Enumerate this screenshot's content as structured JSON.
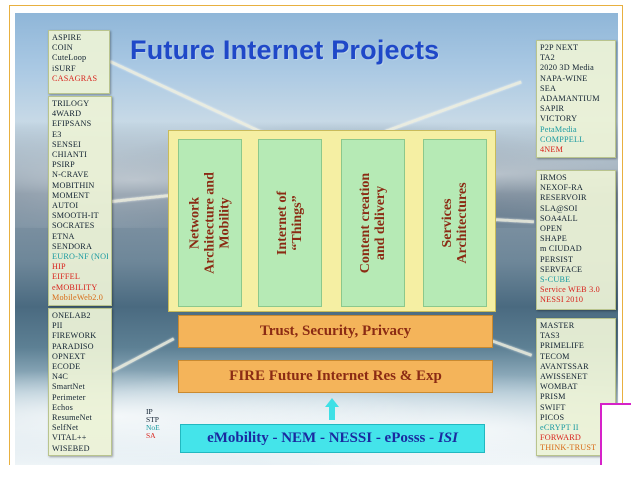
{
  "slide": {
    "title": "Future Internet Projects"
  },
  "left_boxes": [
    {
      "items": [
        {
          "text": "ASPIRE",
          "color": "dark"
        },
        {
          "text": "COIN",
          "color": "dark"
        },
        {
          "text": "CuteLoop",
          "color": "dark"
        },
        {
          "text": "iSURF",
          "color": "dark"
        },
        {
          "text": "CASAGRAS",
          "color": "red"
        }
      ]
    },
    {
      "items": [
        {
          "text": "TRILOGY",
          "color": "dark"
        },
        {
          "text": "4WARD",
          "color": "dark"
        },
        {
          "text": "EFIPSANS",
          "color": "dark"
        },
        {
          "text": "E3",
          "color": "dark"
        },
        {
          "text": "SENSEI",
          "color": "dark"
        },
        {
          "text": "CHIANTI",
          "color": "dark"
        },
        {
          "text": "PSIRP",
          "color": "dark"
        },
        {
          "text": "N-CRAVE",
          "color": "dark"
        },
        {
          "text": "MOBITHIN",
          "color": "dark"
        },
        {
          "text": "MOMENT",
          "color": "dark"
        },
        {
          "text": "AUTOI",
          "color": "dark"
        },
        {
          "text": "SMOOTH-IT",
          "color": "dark"
        },
        {
          "text": "SOCRATES",
          "color": "dark"
        },
        {
          "text": "ETNA",
          "color": "dark"
        },
        {
          "text": "SENDORA",
          "color": "dark"
        },
        {
          "text": "EURO-NF (NOE)",
          "color": "teal"
        },
        {
          "text": "HIP",
          "color": "red"
        },
        {
          "text": "EIFFEL",
          "color": "red"
        },
        {
          "text": "eMOBILITY",
          "color": "red"
        },
        {
          "text": "MobileWeb2.0",
          "color": "orange"
        }
      ]
    },
    {
      "items": [
        {
          "text": "ONELAB2",
          "color": "dark"
        },
        {
          "text": "PII",
          "color": "dark"
        },
        {
          "text": "FIREWORK",
          "color": "dark"
        },
        {
          "text": "PARADISO",
          "color": "dark"
        },
        {
          "text": "OPNEXT",
          "color": "dark"
        },
        {
          "text": "ECODE",
          "color": "dark"
        },
        {
          "text": "N4C",
          "color": "dark"
        },
        {
          "text": "SmartNet",
          "color": "dark"
        },
        {
          "text": "Perimeter",
          "color": "dark"
        },
        {
          "text": "Echos",
          "color": "dark"
        },
        {
          "text": "ResumeNet",
          "color": "dark"
        },
        {
          "text": "SelfNet",
          "color": "dark"
        },
        {
          "text": "VITAL++",
          "color": "dark"
        },
        {
          "text": "WISEBED",
          "color": "dark"
        }
      ]
    }
  ],
  "right_boxes": [
    {
      "items": [
        {
          "text": "P2P NEXT",
          "color": "dark"
        },
        {
          "text": "TA2",
          "color": "dark"
        },
        {
          "text": "2020 3D Media",
          "color": "dark"
        },
        {
          "text": "NAPA-WINE",
          "color": "dark"
        },
        {
          "text": "SEA",
          "color": "dark"
        },
        {
          "text": "ADAMANTIUM",
          "color": "dark"
        },
        {
          "text": "SAPIR",
          "color": "dark"
        },
        {
          "text": "VICTORY",
          "color": "dark"
        },
        {
          "text": "PetaMedia",
          "color": "teal"
        },
        {
          "text": "COMPPELL",
          "color": "teal"
        },
        {
          "text": "4NEM",
          "color": "red"
        }
      ]
    },
    {
      "items": [
        {
          "text": "IRMOS",
          "color": "dark"
        },
        {
          "text": "NEXOF-RA",
          "color": "dark"
        },
        {
          "text": "RESERVOIR",
          "color": "dark"
        },
        {
          "text": "SLA@SOI",
          "color": "dark"
        },
        {
          "text": "SOA4ALL",
          "color": "dark"
        },
        {
          "text": "OPEN",
          "color": "dark"
        },
        {
          "text": "SHAPE",
          "color": "dark"
        },
        {
          "text": "m CIUDAD",
          "color": "dark"
        },
        {
          "text": "PERSIST",
          "color": "dark"
        },
        {
          "text": "SERVFACE",
          "color": "dark"
        },
        {
          "text": "S-CUBE",
          "color": "teal"
        },
        {
          "text": "Service WEB 3.0",
          "color": "red"
        },
        {
          "text": "NESSI 2010",
          "color": "red"
        }
      ]
    },
    {
      "items": [
        {
          "text": "MASTER",
          "color": "dark"
        },
        {
          "text": "TAS3",
          "color": "dark"
        },
        {
          "text": "PRIMELIFE",
          "color": "dark"
        },
        {
          "text": "TECOM",
          "color": "dark"
        },
        {
          "text": "AVANTSSAR",
          "color": "dark"
        },
        {
          "text": "AWISSENET",
          "color": "dark"
        },
        {
          "text": "WOMBAT",
          "color": "dark"
        },
        {
          "text": "PRISM",
          "color": "dark"
        },
        {
          "text": "SWIFT",
          "color": "dark"
        },
        {
          "text": "PICOS",
          "color": "dark"
        },
        {
          "text": "eCRYPT II",
          "color": "teal"
        },
        {
          "text": "FORWARD",
          "color": "red"
        },
        {
          "text": "THINK-TRUST",
          "color": "orange"
        }
      ]
    }
  ],
  "pillars": [
    {
      "lines": [
        "Network",
        "Architecture and",
        "Mobility"
      ]
    },
    {
      "lines": [
        "Internet of",
        "“Things”"
      ]
    },
    {
      "lines": [
        "Content creation",
        "and delivery"
      ]
    },
    {
      "lines": [
        "Services",
        "Architectures"
      ]
    }
  ],
  "bars": {
    "trust": "Trust, Security, Privacy",
    "fire": "FIRE Future Internet Res & Exp"
  },
  "bottom": {
    "prefix": "eMobility - NEM - NESSI - ePosss - ",
    "suffix": "ISI"
  },
  "small_note": [
    {
      "text": "IP",
      "color": "dark"
    },
    {
      "text": "STP",
      "color": "dark"
    },
    {
      "text": "NoE",
      "color": "teal"
    },
    {
      "text": "SA",
      "color": "red"
    }
  ],
  "colors": {
    "dark": "#102030",
    "red": "#d8221c",
    "teal": "#1a9aa0",
    "orange": "#d86a16",
    "title": "#1f48c8",
    "pillar_text": "#8b2b14"
  }
}
